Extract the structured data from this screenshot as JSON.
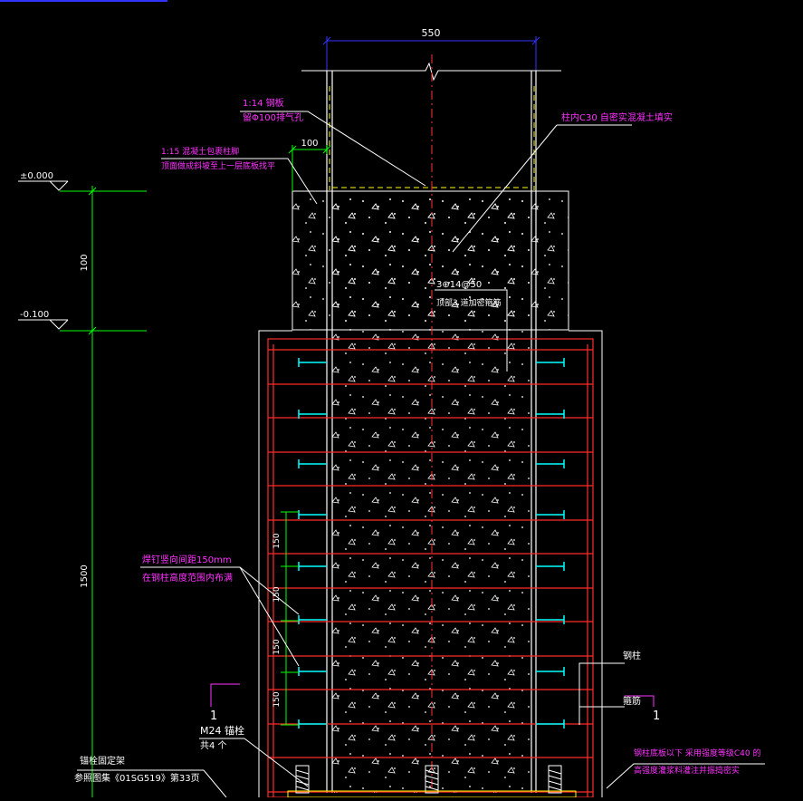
{
  "drawing": {
    "colors": {
      "background": "#000000",
      "line": "#ffffff",
      "rebar": "#ff2b2b",
      "anchor": "#00ffff",
      "dimension_green": "#00ff00",
      "dimension_blue": "#3333ff",
      "annotation": "#ff33ff",
      "yellow": "#ffff00",
      "centerline": "#ff3333"
    },
    "dims": {
      "top_width": "550",
      "offset": "100",
      "level_zero": "±0.000",
      "level_minus": "-0.100",
      "height_upper": "100",
      "height_main": "1500",
      "spacing": [
        "150",
        "150",
        "150",
        "150"
      ]
    },
    "notes": {
      "top_left_1": "1:14 钢板",
      "top_left_2": "留Φ100排气孔",
      "mid_left_1": "1:15 混凝土包裹柱脚",
      "mid_left_2": "顶面做成斜坡至上一层底板找平",
      "top_right": "柱内C30 自密实混凝土填实",
      "rebar_1": "3⊕14@50",
      "rebar_2": "顶部3 道加密箍筋",
      "stud_1": "焊钉竖向间距150mm",
      "stud_2": "在钢柱高度范围内布满",
      "label_1": "钢柱",
      "label_2": "箍筋",
      "section_mark": "1",
      "bolt_1": "M24 锚栓",
      "bolt_2": "共4 个",
      "install_1": "锚栓固定架",
      "install_2": "参照图集《01SG519》第33页",
      "base_1": "钢柱底板以下 采用强度等级C40 的",
      "base_2": "高强度灌浆料灌注并振捣密实"
    }
  }
}
